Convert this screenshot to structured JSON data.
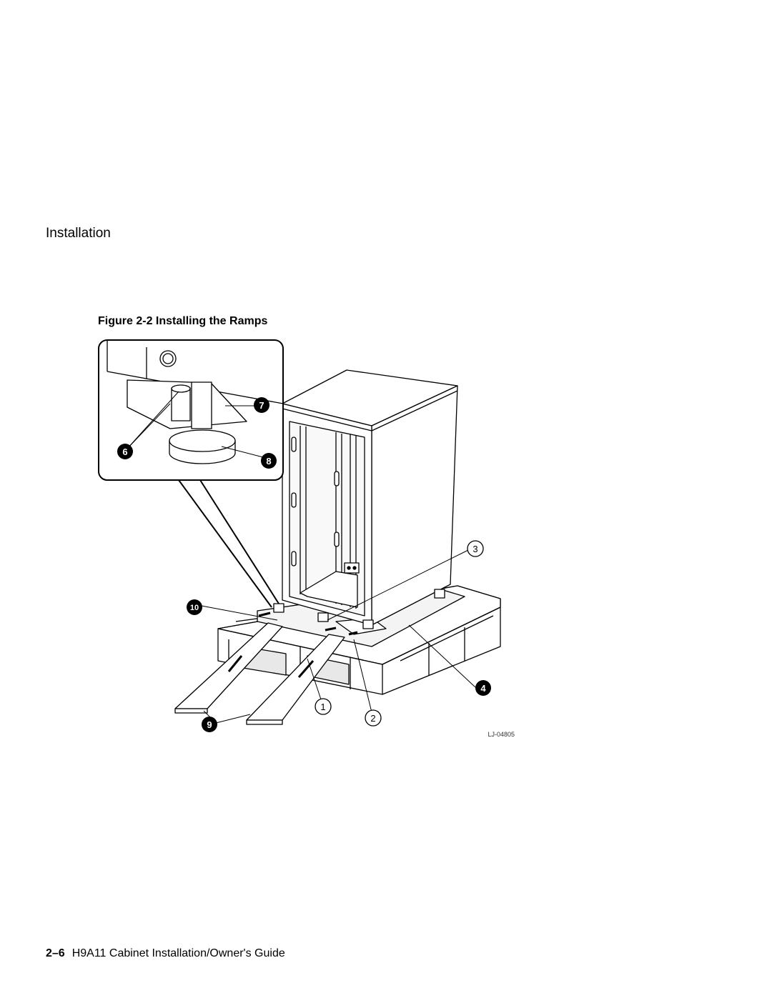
{
  "page": {
    "section_header": "Installation",
    "figure_caption": "Figure 2-2 Installing the Ramps",
    "footer_page_number": "2–6",
    "footer_title": "H9A11 Cabinet Installation/Owner's Guide"
  },
  "figure": {
    "callouts": [
      "1",
      "2",
      "3",
      "4",
      "6",
      "7",
      "8",
      "9",
      "10"
    ],
    "figure_id": "LJ-04805"
  }
}
